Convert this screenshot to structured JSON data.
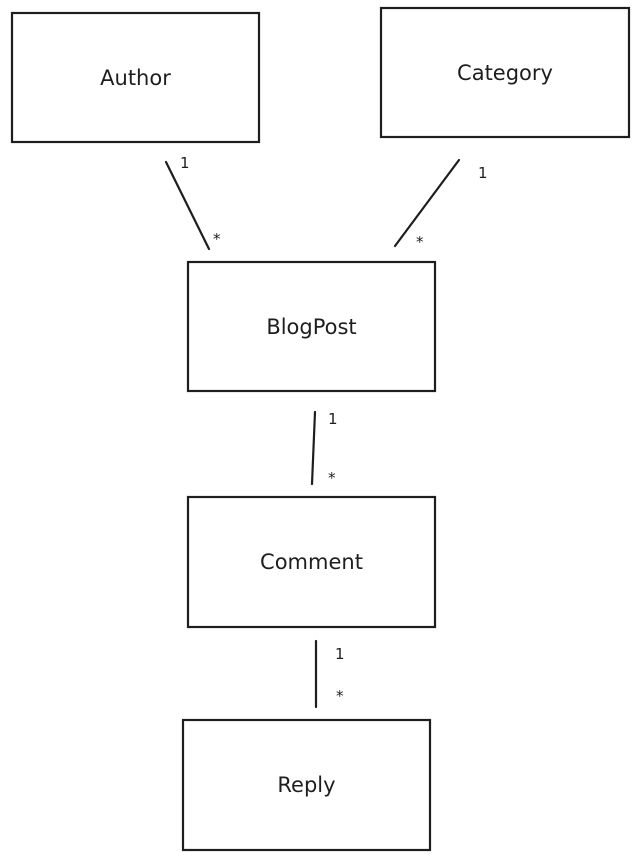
{
  "colors": {
    "stroke": "#1e1e1e",
    "background": "#ffffff"
  },
  "entities": [
    {
      "id": "author",
      "label": "Author"
    },
    {
      "id": "category",
      "label": "Category"
    },
    {
      "id": "blogpost",
      "label": "BlogPost"
    },
    {
      "id": "comment",
      "label": "Comment"
    },
    {
      "id": "reply",
      "label": "Reply"
    }
  ],
  "relationships": [
    {
      "id": "author-blogpost",
      "from": "author",
      "to": "blogpost",
      "from_multiplicity": "1",
      "to_multiplicity": "*"
    },
    {
      "id": "category-blogpost",
      "from": "category",
      "to": "blogpost",
      "from_multiplicity": "1",
      "to_multiplicity": "*"
    },
    {
      "id": "blogpost-comment",
      "from": "blogpost",
      "to": "comment",
      "from_multiplicity": "1",
      "to_multiplicity": "*"
    },
    {
      "id": "comment-reply",
      "from": "comment",
      "to": "reply",
      "from_multiplicity": "1",
      "to_multiplicity": "*"
    }
  ]
}
